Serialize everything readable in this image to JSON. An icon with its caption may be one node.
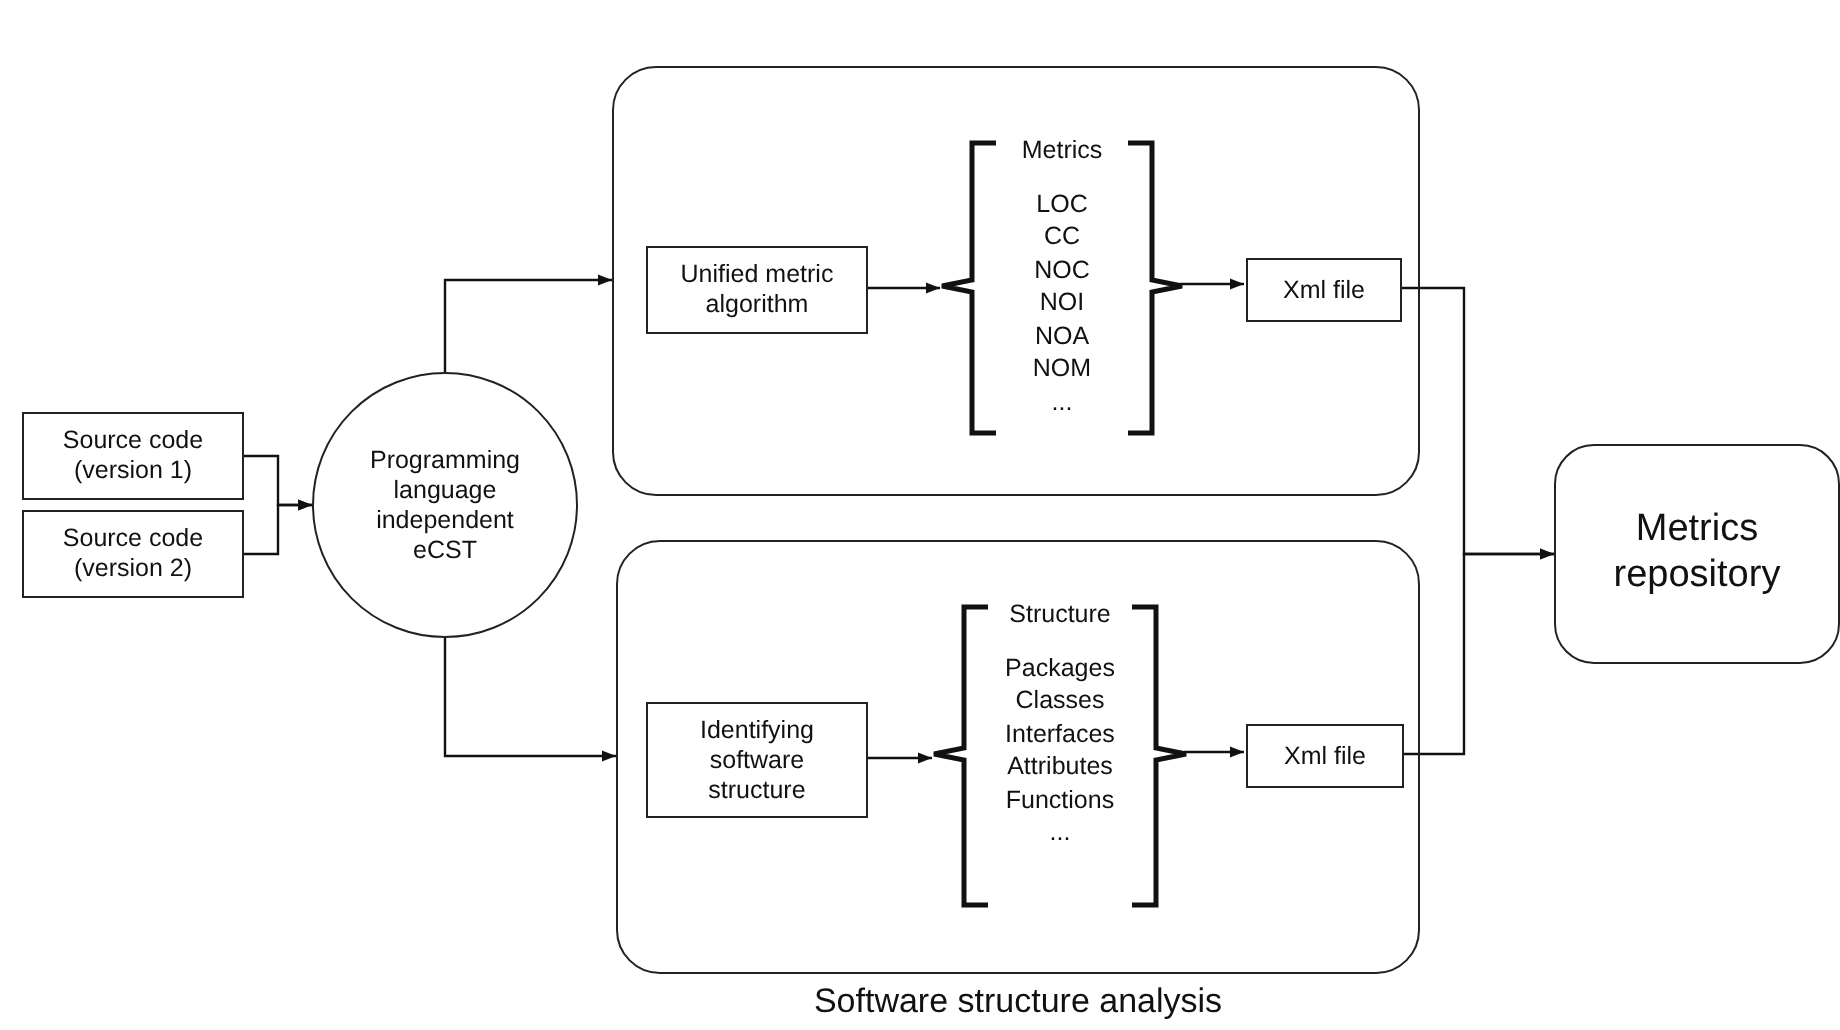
{
  "diagram": {
    "nodes": [
      {
        "text": [
          "Source code (version 1)"
        ]
      },
      {
        "text": [
          "Source code (version 2)"
        ]
      },
      {
        "text": [
          "Programming language independent eCST"
        ]
      },
      {
        "text": [],
        "shape": "box"
      },
      {
        "text": [
          "Unified metric algorithm"
        ],
        "in": 3
      },
      {
        "text": [
          "Metrics",
          "LOC",
          "CC",
          "NOC",
          "NOI",
          "NOA",
          "NOM",
          "..."
        ],
        "in": 3
      },
      {
        "text": [
          "Xml file"
        ],
        "in": 3
      },
      {
        "text": [
          "Software structure analysis"
        ]
      },
      {
        "text": [
          "Identifying software structure"
        ],
        "in": 7
      },
      {
        "text": [
          "Structure",
          "Packages",
          "Classes",
          "Interfaces",
          "Attributes",
          "Functions",
          "..."
        ],
        "in": 7
      },
      {
        "text": [
          "Xml file"
        ],
        "in": 7
      },
      {
        "text": [
          "Metrics repository"
        ]
      }
    ],
    "edges": [
      {
        "from": 0,
        "to": 2,
        "arrow": "to"
      },
      {
        "from": 1,
        "to": 2,
        "arrow": "to"
      },
      {
        "from": 2,
        "to": 3,
        "arrow": "to"
      },
      {
        "from": 2,
        "to": 7,
        "arrow": "to"
      },
      {
        "from": 4,
        "to": 5,
        "arrow": "to"
      },
      {
        "from": 5,
        "to": 6,
        "arrow": "to"
      },
      {
        "from": 8,
        "to": 9,
        "arrow": "to"
      },
      {
        "from": 9,
        "to": 10,
        "arrow": "to"
      },
      {
        "from": 6,
        "to": 11,
        "arrow": "to"
      },
      {
        "from": 10,
        "to": 11,
        "arrow": "to"
      }
    ]
  }
}
